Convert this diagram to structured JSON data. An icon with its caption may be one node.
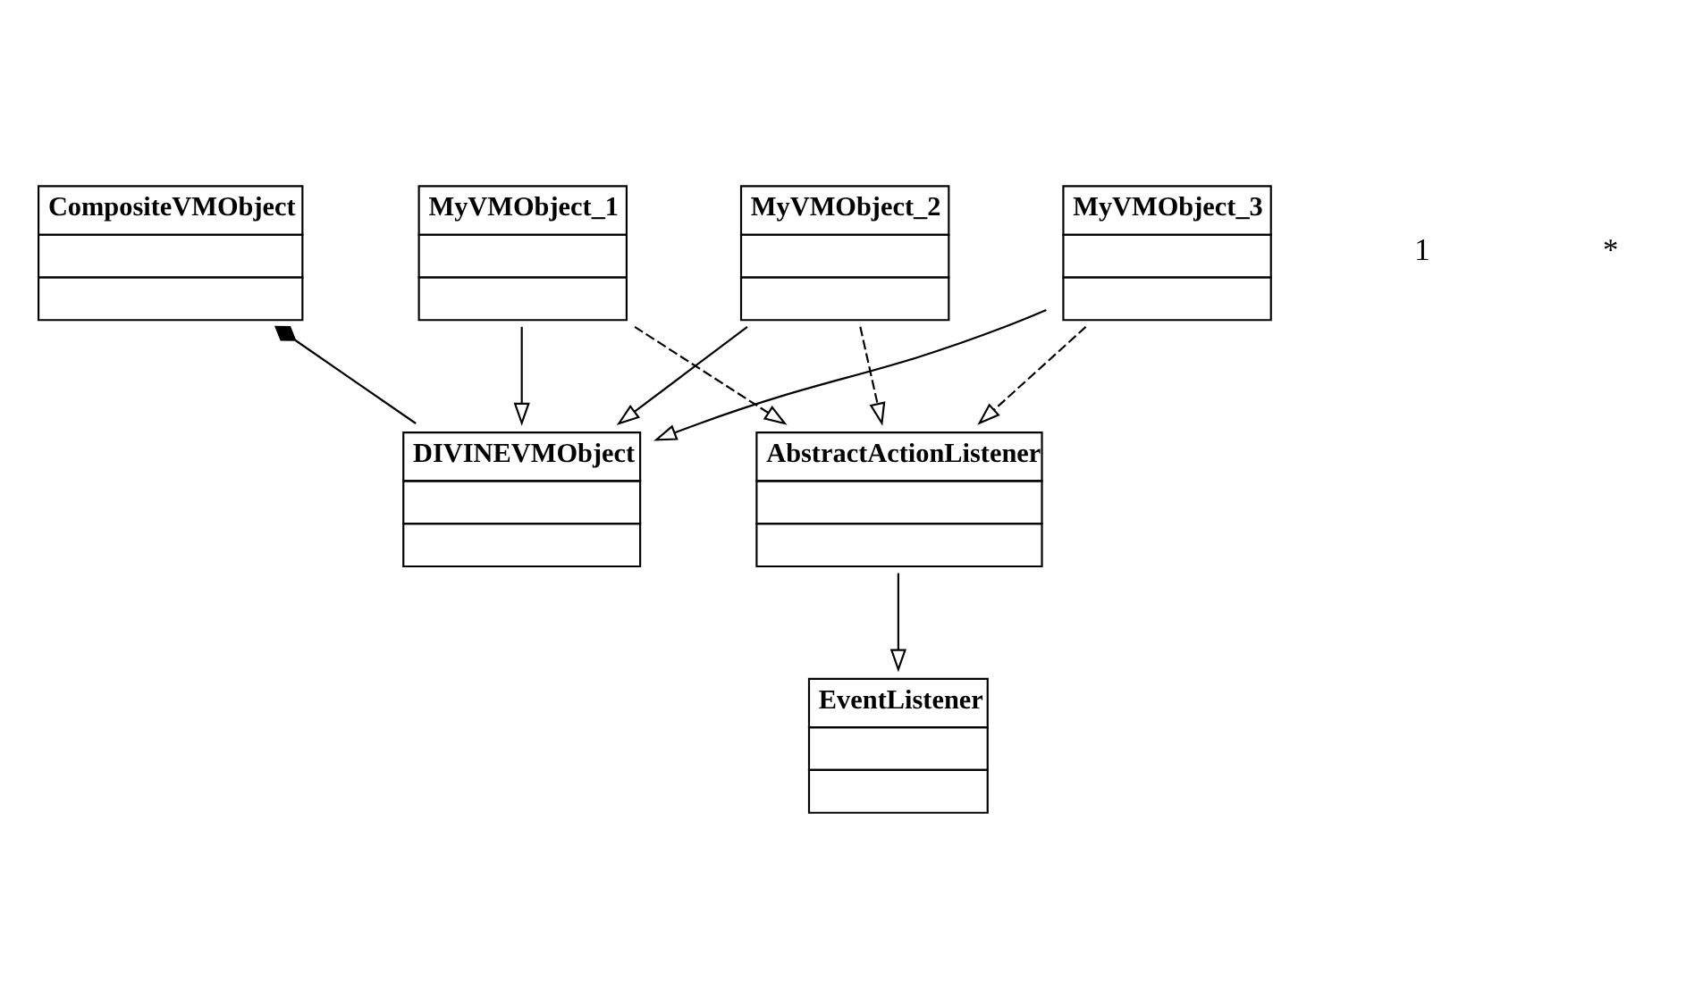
{
  "diagram": {
    "nodes": [
      {
        "text": [
          "CompositeVMObject"
        ]
      },
      {
        "text": [
          "EventListener"
        ]
      },
      {
        "text": [
          "MyVMObject_1"
        ]
      },
      {
        "text": [
          "DIVINEVMObject"
        ]
      },
      {
        "text": [
          "MyVMObject_2"
        ]
      },
      {
        "text": [
          "AbstractActionListener"
        ]
      },
      {
        "text": [
          "MyVMObject_3"
        ]
      }
    ],
    "edges": [
      {
        "from": 0,
        "to": 3,
        "arrow": "other"
      },
      {
        "from": 2,
        "to": 3,
        "arrow": "to"
      },
      {
        "from": 4,
        "to": 3,
        "arrow": "to"
      },
      {
        "from": 6,
        "to": 3,
        "arrow": "to"
      },
      {
        "from": 2,
        "to": 5,
        "arrow": "to",
        "style": "dashed"
      },
      {
        "from": 4,
        "to": 5,
        "arrow": "to",
        "style": "dashed"
      },
      {
        "from": 6,
        "to": 5,
        "arrow": "to",
        "style": "dashed"
      },
      {
        "from": 5,
        "to": 1,
        "arrow": "to"
      }
    ],
    "labels": [
      "1",
      "*"
    ]
  }
}
